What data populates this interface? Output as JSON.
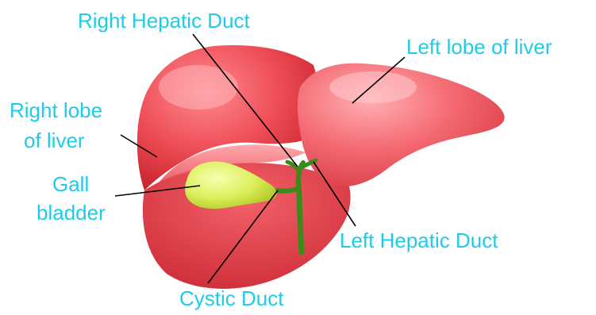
{
  "labels": {
    "right_hepatic_duct": "Right Hepatic Duct",
    "left_lobe": "Left lobe of liver",
    "right_lobe_line1": "Right lobe",
    "right_lobe_line2": "of liver",
    "gall_line1": "Gall",
    "gall_line2": "bladder",
    "left_hepatic_duct": "Left Hepatic Duct",
    "cystic_duct": "Cystic Duct"
  },
  "colors": {
    "label_text": "#1ecbe8",
    "liver_red": "#e8454d",
    "liver_highlight": "#ffb4b8",
    "gallbladder": "#dcef5a",
    "duct_green": "#3a8c1a",
    "leader_line": "#000000"
  }
}
